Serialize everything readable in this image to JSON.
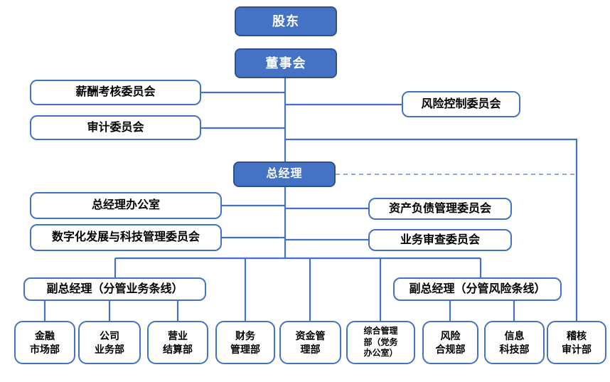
{
  "colors": {
    "background": "#FFFFFF",
    "fill_box_bg": "#4472C4",
    "fill_box_border": "#2F528F",
    "outline_box_border": "#4472C4",
    "line": "#4472C4",
    "dashed_line": "#8FAADC",
    "text_on_fill": "#FFFFFF",
    "text_on_outline": "#000000"
  },
  "nodes": {
    "shareholders": {
      "label": "股东"
    },
    "board": {
      "label": "董事会"
    },
    "compensation_committee": {
      "label": "薪酬考核委员会"
    },
    "audit_committee": {
      "label": "审计委员会"
    },
    "risk_control_committee": {
      "label": "风险控制委员会"
    },
    "general_manager": {
      "label": "总经理"
    },
    "gm_office": {
      "label": "总经理办公室"
    },
    "digital_tech_committee": {
      "label": "数字化发展与科技管理委员会"
    },
    "asset_liability_committee": {
      "label": "资产负债管理委员会"
    },
    "business_review_committee": {
      "label": "业务审查委员会"
    },
    "deputy_gm_business": {
      "label": "副总经理（分管业务条线）"
    },
    "deputy_gm_risk": {
      "label": "副总经理（分管风险条线）"
    },
    "dept_financial_markets": {
      "label": "金融\n市场部"
    },
    "dept_corporate_business": {
      "label": "公司\n业务部"
    },
    "dept_operations_settlement": {
      "label": "营业\n结算部"
    },
    "dept_finance_management": {
      "label": "财务\n管理部"
    },
    "dept_treasury_management": {
      "label": "资金管\n理部"
    },
    "dept_general_admin": {
      "label": "综合管理\n部（党务\n办公室）"
    },
    "dept_risk_compliance": {
      "label": "风险\n合规部"
    },
    "dept_information_technology": {
      "label": "信息\n科技部"
    },
    "dept_audit": {
      "label": "稽核\n审计部"
    }
  },
  "edges": [
    {
      "from": "shareholders",
      "to": "board",
      "style": "solid"
    },
    {
      "from": "board",
      "to": "compensation_committee",
      "style": "solid"
    },
    {
      "from": "board",
      "to": "audit_committee",
      "style": "solid"
    },
    {
      "from": "board",
      "to": "risk_control_committee",
      "style": "solid"
    },
    {
      "from": "board",
      "to": "dept_audit",
      "style": "solid"
    },
    {
      "from": "board",
      "to": "general_manager",
      "style": "solid"
    },
    {
      "from": "general_manager",
      "to": "dept_audit",
      "style": "dashed"
    },
    {
      "from": "general_manager",
      "to": "gm_office",
      "style": "solid"
    },
    {
      "from": "general_manager",
      "to": "digital_tech_committee",
      "style": "solid"
    },
    {
      "from": "general_manager",
      "to": "asset_liability_committee",
      "style": "solid"
    },
    {
      "from": "general_manager",
      "to": "business_review_committee",
      "style": "solid"
    },
    {
      "from": "general_manager",
      "to": "deputy_gm_business",
      "style": "solid"
    },
    {
      "from": "general_manager",
      "to": "dept_finance_management",
      "style": "solid"
    },
    {
      "from": "general_manager",
      "to": "dept_treasury_management",
      "style": "solid"
    },
    {
      "from": "general_manager",
      "to": "dept_general_admin",
      "style": "solid"
    },
    {
      "from": "general_manager",
      "to": "deputy_gm_risk",
      "style": "solid"
    },
    {
      "from": "deputy_gm_business",
      "to": "dept_financial_markets",
      "style": "solid"
    },
    {
      "from": "deputy_gm_business",
      "to": "dept_corporate_business",
      "style": "solid"
    },
    {
      "from": "deputy_gm_business",
      "to": "dept_operations_settlement",
      "style": "solid"
    },
    {
      "from": "deputy_gm_risk",
      "to": "dept_risk_compliance",
      "style": "solid"
    },
    {
      "from": "deputy_gm_risk",
      "to": "dept_information_technology",
      "style": "solid"
    }
  ]
}
